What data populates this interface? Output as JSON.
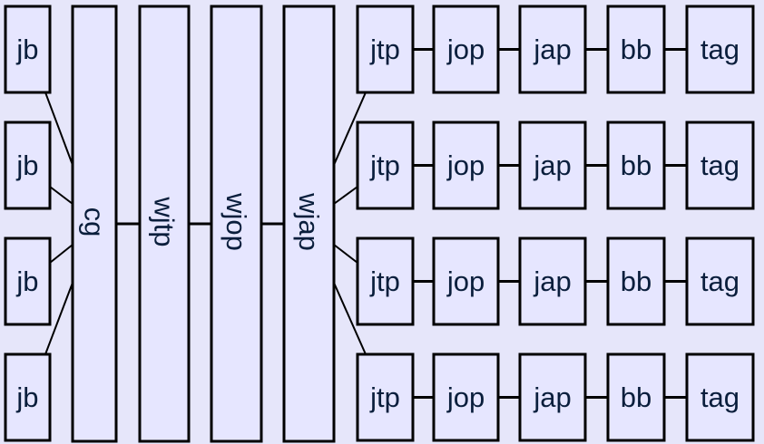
{
  "colors": {
    "background": "#e6e6fa",
    "box_fill": "#e6e6ff",
    "stroke": "#000000",
    "text": "#0a1e3c"
  },
  "left_nodes": [
    "jb",
    "jb",
    "jb",
    "jb"
  ],
  "bars": [
    "cg",
    "wjtp",
    "wjop",
    "wjap"
  ],
  "rows": [
    [
      "jtp",
      "jop",
      "jap",
      "bb",
      "tag"
    ],
    [
      "jtp",
      "jop",
      "jap",
      "bb",
      "tag"
    ],
    [
      "jtp",
      "jop",
      "jap",
      "bb",
      "tag"
    ],
    [
      "jtp",
      "jop",
      "jap",
      "bb",
      "tag"
    ]
  ]
}
